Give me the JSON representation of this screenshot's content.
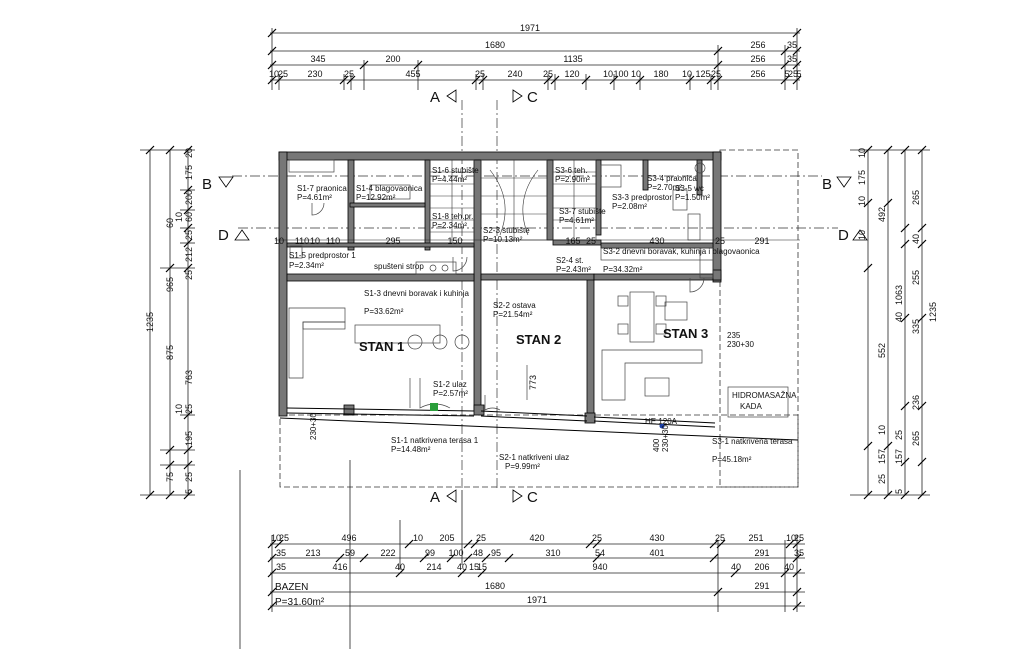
{
  "top_dims": {
    "row1": [
      "1971"
    ],
    "row2": [
      "1680",
      "256",
      "35"
    ],
    "row3": [
      "345",
      "200",
      "1135",
      "256",
      "35"
    ],
    "row4": [
      "10",
      "25",
      "230",
      "25",
      "455",
      "25",
      "240",
      "25",
      "120",
      "10",
      "100",
      "10",
      "180",
      "10",
      "125",
      "25",
      "256",
      "5",
      "25",
      "5"
    ]
  },
  "bottom_dims": {
    "row1": [
      "10",
      "25",
      "496",
      "10",
      "205",
      "25",
      "420",
      "25",
      "430",
      "25",
      "251",
      "10",
      "25"
    ],
    "row2": [
      "35",
      "213",
      "59",
      "222",
      "99",
      "100",
      "48",
      "95",
      "310",
      "54",
      "401",
      "291",
      "35"
    ],
    "row3": [
      "35",
      "416",
      "40",
      "214",
      "40",
      "15",
      "15",
      "940",
      "40",
      "206",
      "40"
    ],
    "row4": [
      "1680",
      "291"
    ],
    "row5": [
      "1971"
    ]
  },
  "left_dims": [
    "20",
    "175",
    "200",
    "60",
    "10",
    "60",
    "25",
    "212",
    "965",
    "25",
    "1235",
    "875",
    "763",
    "10",
    "25",
    "195",
    "75",
    "25",
    "5"
  ],
  "right_dims": [
    "10",
    "175",
    "10",
    "492",
    "265",
    "40",
    "10",
    "255",
    "1063",
    "335",
    "552",
    "40",
    "1235",
    "236",
    "10",
    "25",
    "265",
    "157",
    "157",
    "25",
    "5"
  ],
  "interior_dims": [
    "10",
    "110",
    "10",
    "110",
    "295",
    "150",
    "165",
    "25",
    "430",
    "25",
    "291"
  ],
  "sections": {
    "A_top": "A",
    "C_top": "C",
    "B_left": "B",
    "B_right": "B",
    "D_left": "D",
    "D_right": "D",
    "A_bottom": "A",
    "C_bottom": "C"
  },
  "rooms": [
    {
      "name": "S1-7 praonica",
      "area": "P=4.61m²"
    },
    {
      "name": "S1-4 blagovaonica",
      "area": "P=12.92m²"
    },
    {
      "name": "S1-6 stubište",
      "area": "P=4.44m²"
    },
    {
      "name": "S1-8 teh.pr.",
      "area": "P=2.34m²"
    },
    {
      "name": "S1-5 predprostor 1",
      "area": "P=2.34m²"
    },
    {
      "name": "S1-3 dnevni boravak i kuhinja",
      "area": "P=33.62m²"
    },
    {
      "name": "S1-2 ulaz",
      "area": "P=2.57m²"
    },
    {
      "name": "S1-1 natkrivena terasa 1",
      "area": "P=14.48m²"
    },
    {
      "name": "S2-3 stubište",
      "area": "P=10.13m²"
    },
    {
      "name": "S2-2 ostava",
      "area": "P=21.54m²"
    },
    {
      "name": "S2-4 st.",
      "area": "P=2.43m²"
    },
    {
      "name": "S2-1 natkriveni ulaz",
      "area": "P=9.99m²"
    },
    {
      "name": "S3-6 teh.",
      "area": "P=2.90m²"
    },
    {
      "name": "S3-4 praonica",
      "area": "P=2.70m²"
    },
    {
      "name": "S3-5 wc",
      "area": "P=1.50m²"
    },
    {
      "name": "S3-3 predprostor",
      "area": "P=2.08m²"
    },
    {
      "name": "S3-7 stubište",
      "area": "P=4.61m²"
    },
    {
      "name": "S3-2 dnevni boravak, kuhinja i blagovaonica",
      "area": "P=34.32m²"
    },
    {
      "name": "S3-1 natkrivena terasa",
      "area": "P=45.18m²"
    }
  ],
  "units": {
    "stan1": "STAN 1",
    "stan2": "STAN 2",
    "stan3": "STAN 3"
  },
  "labels": {
    "spusteni": "spušteni strop",
    "hidro1": "HIDROMASAŽNA",
    "hidro2": "KADA",
    "he": "HE 120A",
    "bazen": "BAZEN",
    "bazen_area": "P=31.60m²",
    "dim_773": "773",
    "dim_235": "235",
    "dim_230a": "230+30",
    "dim_230b": "230+30",
    "dim_400": "400",
    "dim_230c": "230+30"
  }
}
